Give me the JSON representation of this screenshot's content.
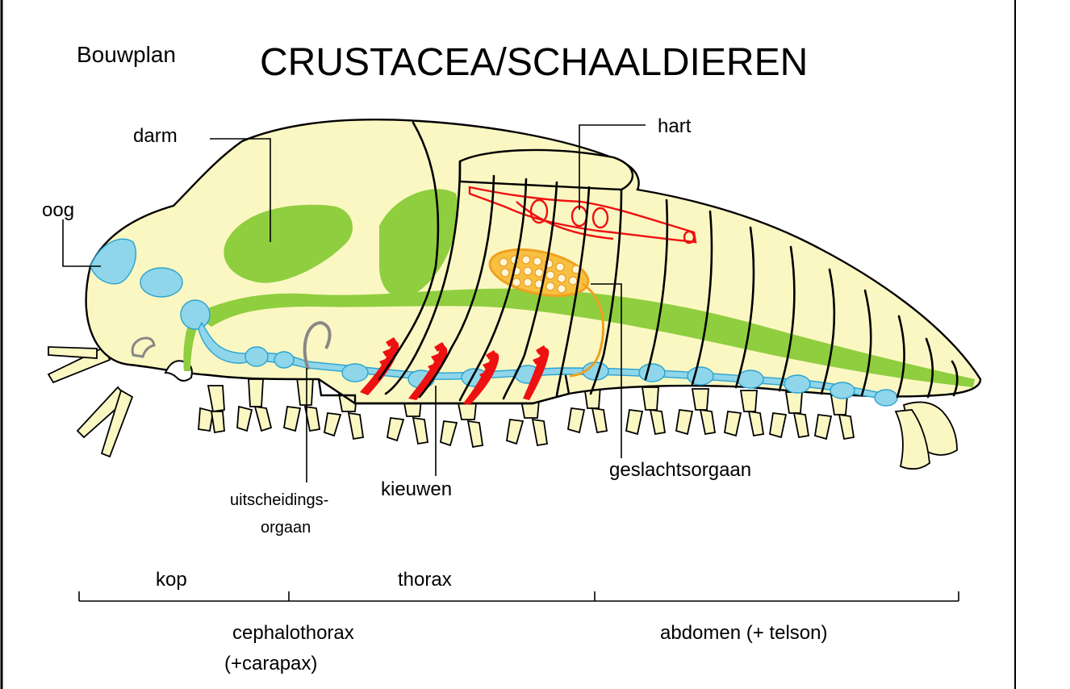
{
  "title": {
    "prefix": "Bouwplan",
    "main": "CRUSTACEA/SCHAALDIEREN"
  },
  "labels": {
    "darm": "darm",
    "oog": "oog",
    "hart": "hart",
    "uitscheidings_1": "uitscheidings-",
    "uitscheidings_2": "orgaan",
    "kieuwen": "kieuwen",
    "geslachtsorgaan": "geslachtsorgaan"
  },
  "regions": {
    "kop": "kop",
    "thorax": "thorax",
    "cephalothorax_1": "cephalothorax",
    "cephalothorax_2": "(+carapax)",
    "abdomen": "abdomen (+ telson)"
  },
  "colors": {
    "body": "#fbf7c2",
    "gut": "#8fce3f",
    "nerve": "#8fd6ea",
    "heart": "#ee1111",
    "gills": "#ee1111",
    "gonad": "#f0a020"
  }
}
